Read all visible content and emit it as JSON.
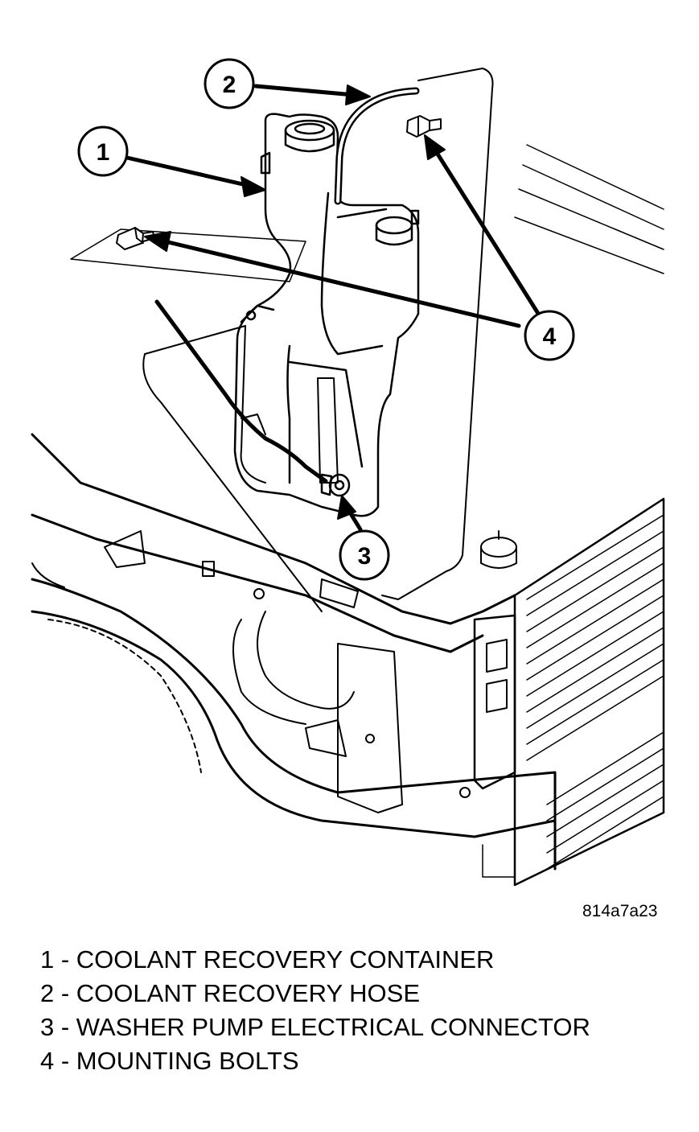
{
  "figure": {
    "id": "814a7a23",
    "line_color": "#000000",
    "background": "#ffffff"
  },
  "callouts": [
    {
      "number": "1"
    },
    {
      "number": "2"
    },
    {
      "number": "3"
    },
    {
      "number": "4"
    }
  ],
  "legend": [
    {
      "text": "1 - COOLANT RECOVERY CONTAINER"
    },
    {
      "text": "2 - COOLANT RECOVERY HOSE"
    },
    {
      "text": "3 - WASHER PUMP ELECTRICAL CONNECTOR"
    },
    {
      "text": "4 - MOUNTING BOLTS"
    }
  ]
}
